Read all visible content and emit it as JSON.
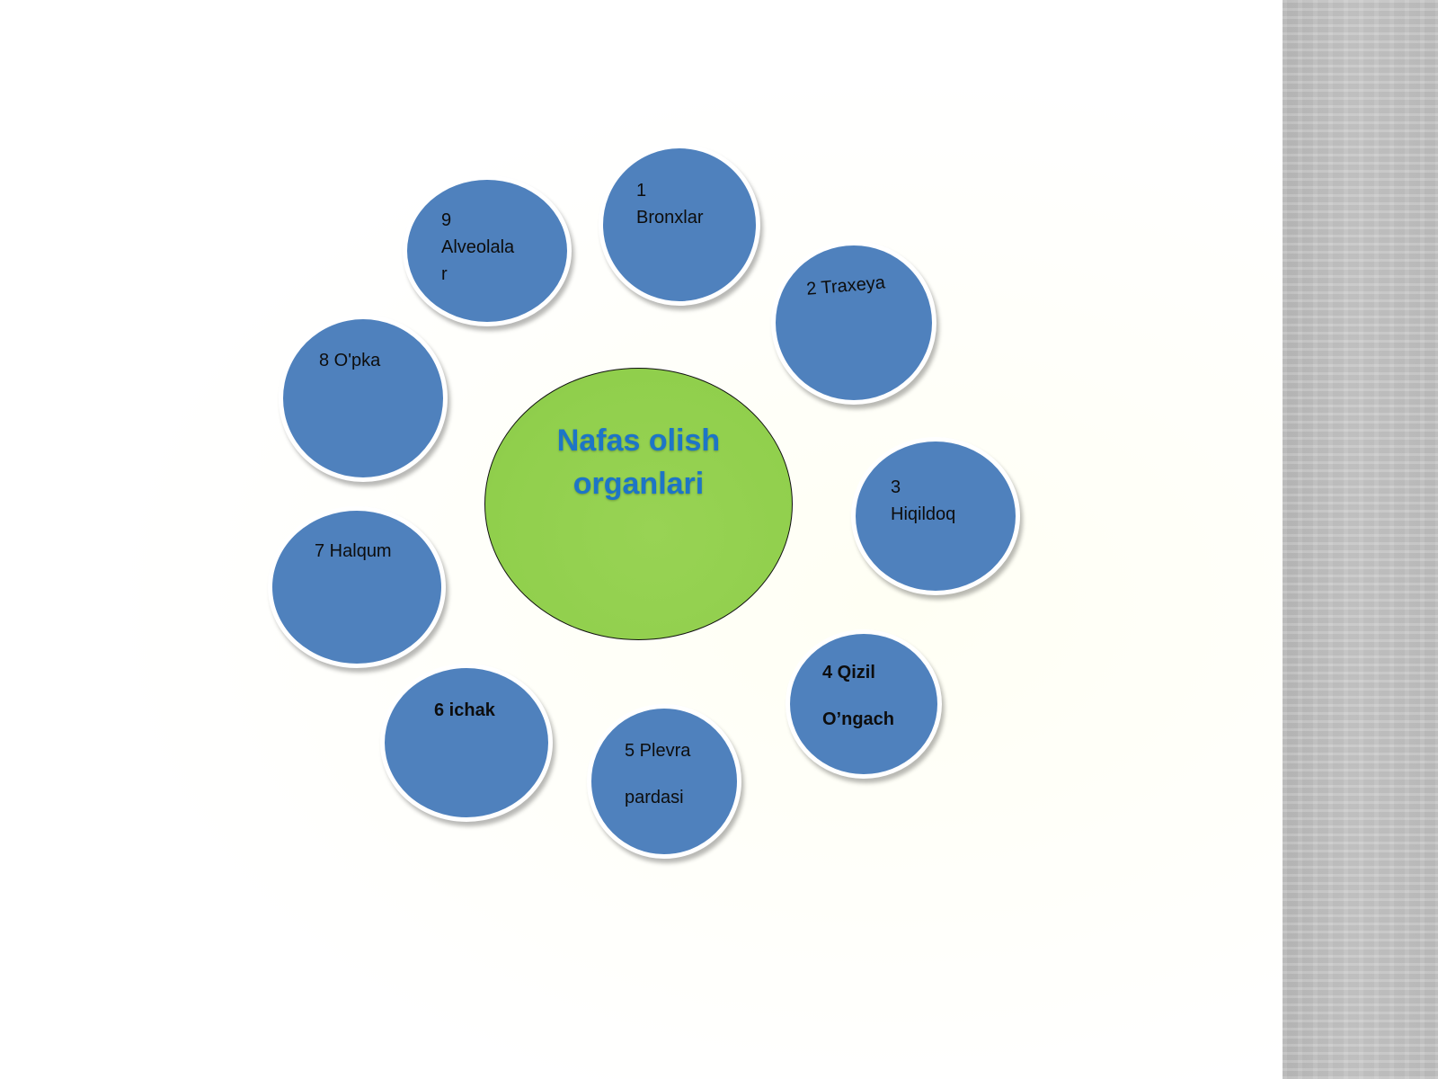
{
  "diagram": {
    "center": {
      "line1": "Nafas olish",
      "line2": "organlari"
    },
    "nodes": [
      {
        "lines": [
          "1",
          "Bronxlar"
        ]
      },
      {
        "lines": [
          "2 Traxeya"
        ]
      },
      {
        "lines": [
          "3",
          "Hiqildoq"
        ]
      },
      {
        "lines": [
          "4 Qizil",
          "O’ngach"
        ]
      },
      {
        "lines": [
          "5 Plevra",
          "pardasi"
        ]
      },
      {
        "lines": [
          "6 ichak"
        ]
      },
      {
        "lines": [
          "7 Halqum"
        ]
      },
      {
        "lines": [
          "8 O'pka"
        ]
      },
      {
        "lines": [
          "9",
          "Alveolala",
          "r"
        ]
      }
    ]
  },
  "colors": {
    "node_fill": "#4f81bd",
    "center_fill": "#92d050",
    "center_text": "#1d75c7",
    "side_strip": "#c4c4c4"
  }
}
